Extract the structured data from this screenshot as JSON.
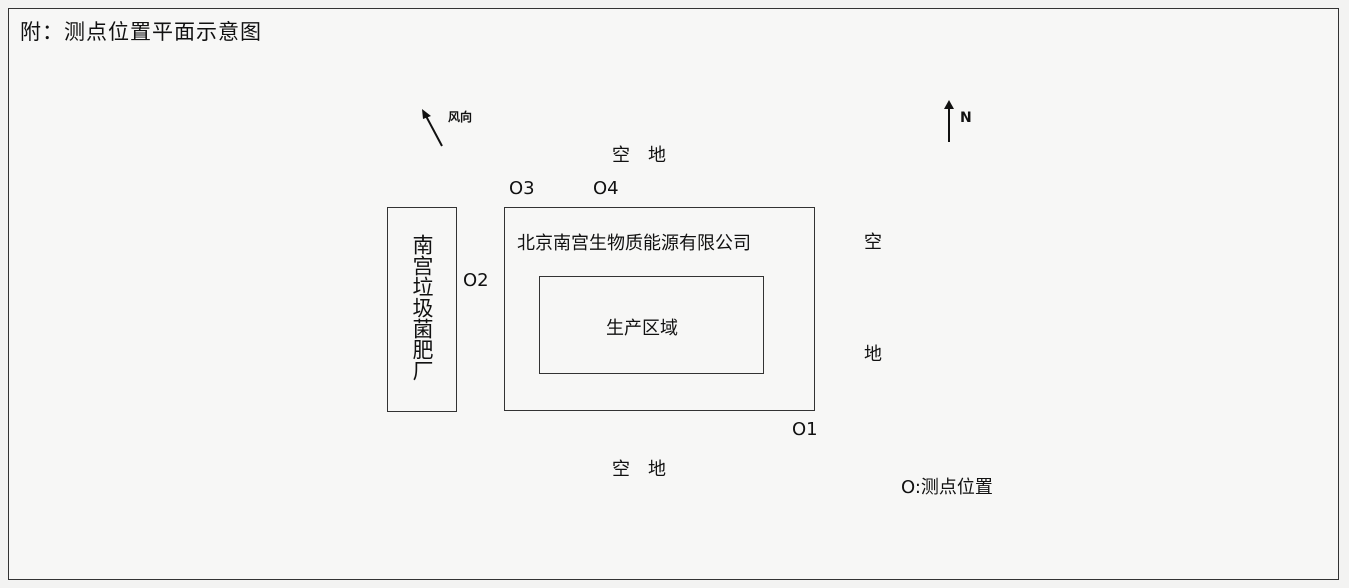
{
  "title": "附：测点位置平面示意图",
  "wind_label": "风向",
  "north_label": "N",
  "open_land": {
    "top": "空　地",
    "bottom": "空　地",
    "right_top": "空",
    "right_bottom": "地"
  },
  "company_name": "北京南宫生物质能源有限公司",
  "production_area": "生产区域",
  "adjacent_plant": "南宫垃圾菌肥厂",
  "points": {
    "o1": "O1",
    "o2": "O2",
    "o3": "O3",
    "o4": "O4"
  },
  "legend": "O:测点位置"
}
